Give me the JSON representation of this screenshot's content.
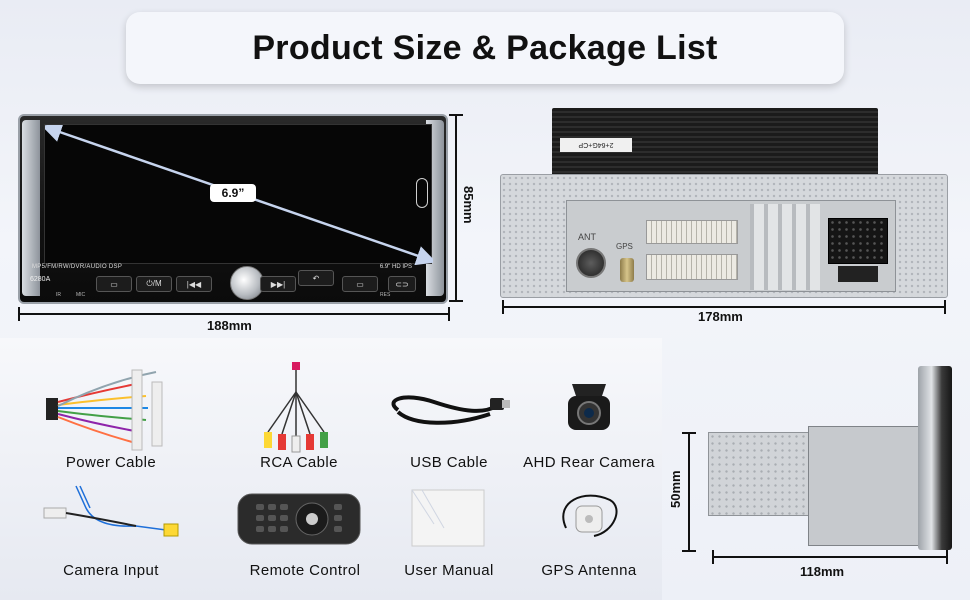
{
  "title": "Product Size & Package List",
  "front": {
    "screen_size": "6.9”",
    "features_text": "MP5/FM/RW/DVR/AUDIO DSP",
    "screen_spec": "6.9\" HD IPS",
    "model": "6280A",
    "buttons": [
      "⏻/M",
      "|◀◀",
      "▶▶|",
      "↶"
    ],
    "port_labels": [
      "IR",
      "MIC",
      "RES"
    ],
    "width_label": "188mm",
    "height_label": "85mm"
  },
  "rear": {
    "sticker": "2+64G+CP",
    "ant_label": "ANT",
    "gps_label": "GPS",
    "width_label": "178mm"
  },
  "side": {
    "depth_label": "118mm",
    "height_label": "50mm"
  },
  "package": [
    {
      "label": "Power Cable",
      "icon": "power-cable-icon"
    },
    {
      "label": "RCA Cable",
      "icon": "rca-cable-icon"
    },
    {
      "label": "USB Cable",
      "icon": "usb-cable-icon"
    },
    {
      "label": "AHD Rear Camera",
      "icon": "rear-camera-icon"
    },
    {
      "label": "Camera Input",
      "icon": "camera-input-icon"
    },
    {
      "label": "Remote Control",
      "icon": "remote-control-icon"
    },
    {
      "label": "User Manual",
      "icon": "user-manual-icon"
    },
    {
      "label": "GPS Antenna",
      "icon": "gps-antenna-icon"
    }
  ],
  "colors": {
    "title_bg": "#f4f6fb",
    "dimension_line": "#111111",
    "arrow": "#c6d4ee"
  }
}
